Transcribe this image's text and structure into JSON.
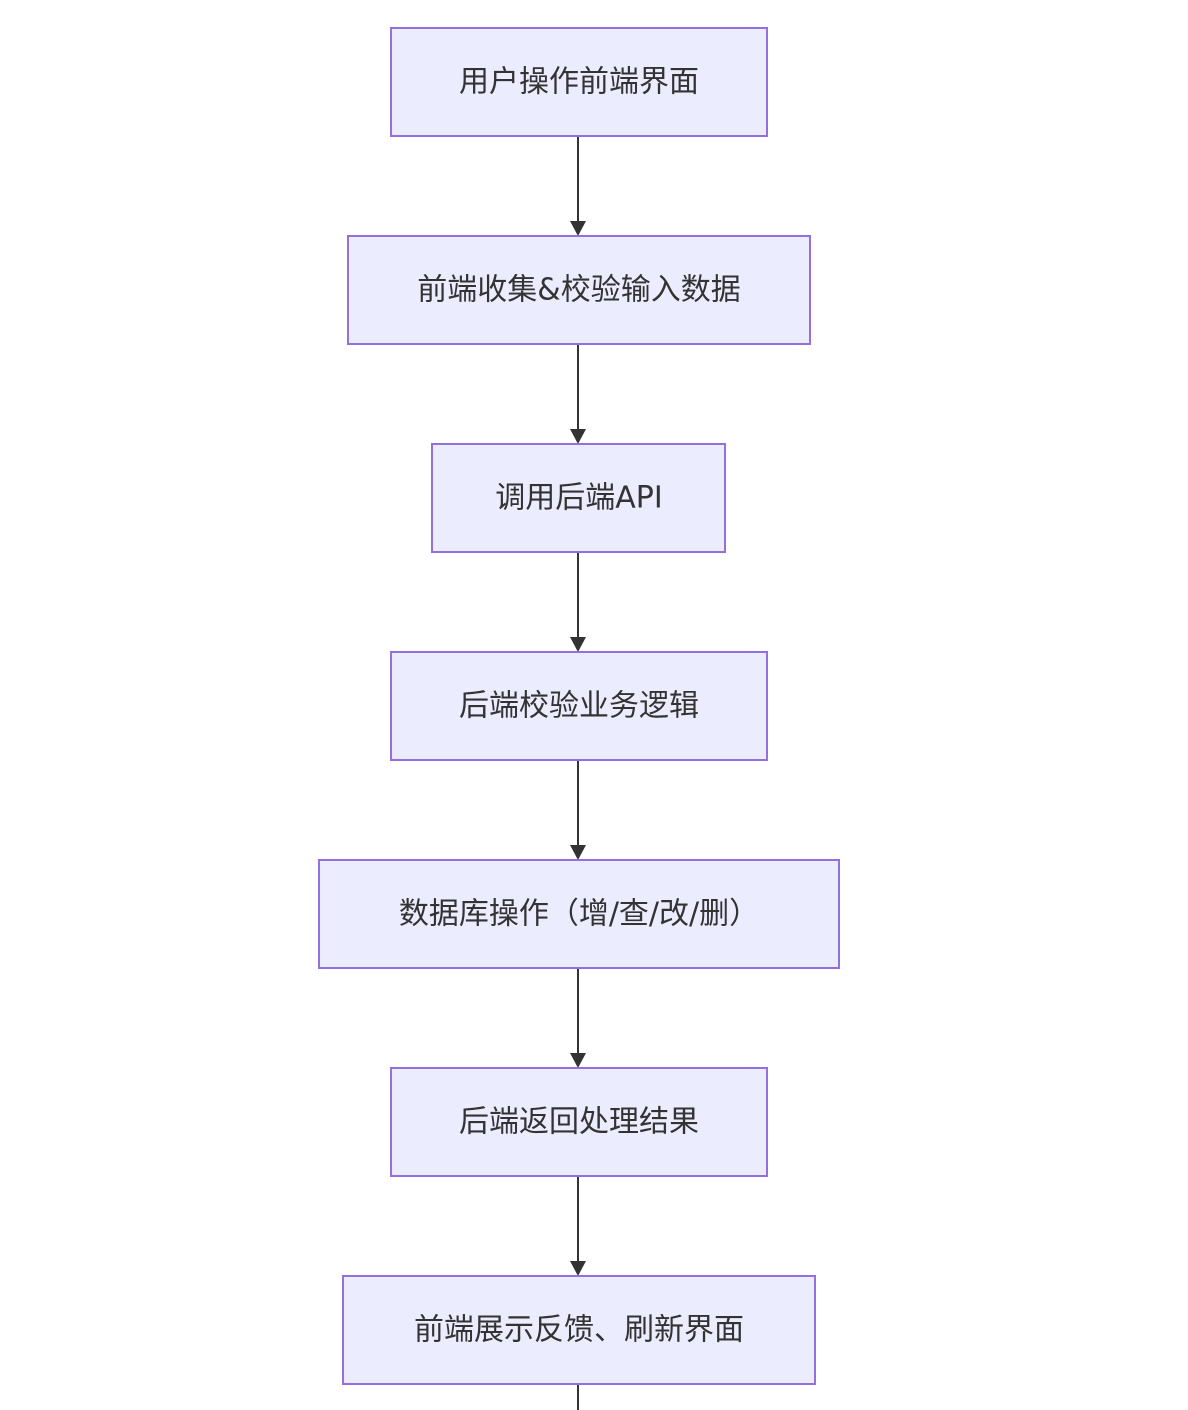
{
  "diagram": {
    "type": "flowchart",
    "direction": "top-down",
    "colors": {
      "node_fill": "#ececff",
      "node_stroke": "#9370db",
      "edge": "#333333",
      "text": "#333333"
    },
    "nodes": [
      {
        "id": "n1",
        "label": "用户操作前端界面"
      },
      {
        "id": "n2",
        "label": "前端收集&校验输入数据"
      },
      {
        "id": "n3",
        "label": "调用后端API"
      },
      {
        "id": "n4",
        "label": "后端校验业务逻辑"
      },
      {
        "id": "n5",
        "label": "数据库操作（增/查/改/删）"
      },
      {
        "id": "n6",
        "label": "后端返回处理结果"
      },
      {
        "id": "n7",
        "label": "前端展示反馈、刷新界面"
      }
    ],
    "edges": [
      {
        "from": "n1",
        "to": "n2"
      },
      {
        "from": "n2",
        "to": "n3"
      },
      {
        "from": "n3",
        "to": "n4"
      },
      {
        "from": "n4",
        "to": "n5"
      },
      {
        "from": "n5",
        "to": "n6"
      },
      {
        "from": "n6",
        "to": "n7"
      },
      {
        "from": "n7",
        "to": ""
      }
    ]
  }
}
